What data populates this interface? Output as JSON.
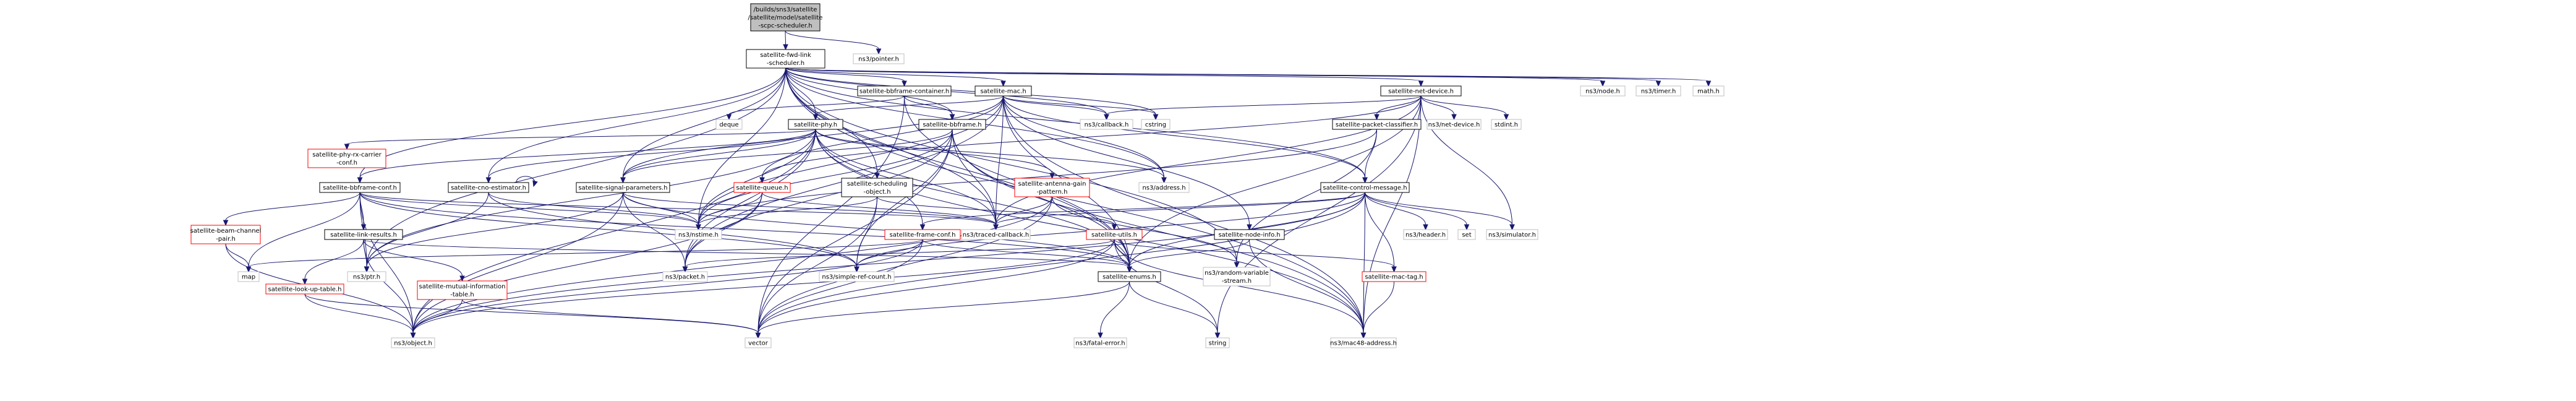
{
  "graph": {
    "nodes": [
      {
        "id": "root",
        "lines": [
          "/builds/sns3/satellite",
          "/satellite/model/satellite",
          "-scpc-scheduler.h"
        ],
        "kind": "root"
      },
      {
        "id": "fwd",
        "lines": [
          "satellite-fwd-link",
          "-scheduler.h"
        ],
        "kind": "normal"
      },
      {
        "id": "pointer",
        "lines": [
          "ns3/pointer.h"
        ],
        "kind": "external"
      },
      {
        "id": "bbcont",
        "lines": [
          "satellite-bbframe-container.h"
        ],
        "kind": "normal"
      },
      {
        "id": "mac",
        "lines": [
          "satellite-mac.h"
        ],
        "kind": "normal"
      },
      {
        "id": "netdev",
        "lines": [
          "satellite-net-device.h"
        ],
        "kind": "normal"
      },
      {
        "id": "node",
        "lines": [
          "ns3/node.h"
        ],
        "kind": "external"
      },
      {
        "id": "timer",
        "lines": [
          "ns3/timer.h"
        ],
        "kind": "external"
      },
      {
        "id": "math",
        "lines": [
          "math.h"
        ],
        "kind": "external"
      },
      {
        "id": "deque",
        "lines": [
          "deque"
        ],
        "kind": "external"
      },
      {
        "id": "phy",
        "lines": [
          "satellite-phy.h"
        ],
        "kind": "normal"
      },
      {
        "id": "bbframe",
        "lines": [
          "satellite-bbframe.h"
        ],
        "kind": "normal"
      },
      {
        "id": "callback",
        "lines": [
          "ns3/callback.h"
        ],
        "kind": "external"
      },
      {
        "id": "cstring",
        "lines": [
          "cstring"
        ],
        "kind": "external"
      },
      {
        "id": "classifier",
        "lines": [
          "satellite-packet-classifier.h"
        ],
        "kind": "normal"
      },
      {
        "id": "netdevice",
        "lines": [
          "ns3/net-device.h"
        ],
        "kind": "external"
      },
      {
        "id": "stdint",
        "lines": [
          "stdint.h"
        ],
        "kind": "external"
      },
      {
        "id": "carrier",
        "lines": [
          "satellite-phy-rx-carrier",
          "-conf.h"
        ],
        "kind": "trunc"
      },
      {
        "id": "bbconf",
        "lines": [
          "satellite-bbframe-conf.h"
        ],
        "kind": "normal"
      },
      {
        "id": "cno",
        "lines": [
          "satellite-cno-estimator.h"
        ],
        "kind": "normal"
      },
      {
        "id": "sigparams",
        "lines": [
          "satellite-signal-parameters.h"
        ],
        "kind": "normal"
      },
      {
        "id": "queue",
        "lines": [
          "satellite-queue.h"
        ],
        "kind": "trunc"
      },
      {
        "id": "schedobj",
        "lines": [
          "satellite-scheduling",
          "-object.h"
        ],
        "kind": "normal"
      },
      {
        "id": "antenna",
        "lines": [
          "satellite-antenna-gain",
          "-pattern.h"
        ],
        "kind": "trunc"
      },
      {
        "id": "ipaddr",
        "lines": [
          "ns3/address.h"
        ],
        "kind": "external"
      },
      {
        "id": "ctrlmsg",
        "lines": [
          "satellite-control-message.h"
        ],
        "kind": "normal"
      },
      {
        "id": "beamchan",
        "lines": [
          "satellite-beam-channel",
          "-pair.h"
        ],
        "kind": "trunc"
      },
      {
        "id": "linkres",
        "lines": [
          "satellite-link-results.h"
        ],
        "kind": "normal"
      },
      {
        "id": "nstime",
        "lines": [
          "ns3/nstime.h"
        ],
        "kind": "external"
      },
      {
        "id": "traced",
        "lines": [
          "ns3/traced-callback.h"
        ],
        "kind": "external"
      },
      {
        "id": "frameconf",
        "lines": [
          "satellite-frame-conf.h"
        ],
        "kind": "trunc"
      },
      {
        "id": "utils",
        "lines": [
          "satellite-utils.h"
        ],
        "kind": "trunc"
      },
      {
        "id": "nodeinfo",
        "lines": [
          "satellite-node-info.h"
        ],
        "kind": "normal"
      },
      {
        "id": "header",
        "lines": [
          "ns3/header.h"
        ],
        "kind": "external"
      },
      {
        "id": "set",
        "lines": [
          "set"
        ],
        "kind": "external"
      },
      {
        "id": "simulator",
        "lines": [
          "ns3/simulator.h"
        ],
        "kind": "external"
      },
      {
        "id": "map",
        "lines": [
          "map"
        ],
        "kind": "external"
      },
      {
        "id": "ptr",
        "lines": [
          "ns3/ptr.h"
        ],
        "kind": "external"
      },
      {
        "id": "lookup",
        "lines": [
          "satellite-look-up-table.h"
        ],
        "kind": "trunc"
      },
      {
        "id": "mutual",
        "lines": [
          "satellite-mutual-information",
          "-table.h"
        ],
        "kind": "trunc"
      },
      {
        "id": "packet",
        "lines": [
          "ns3/packet.h"
        ],
        "kind": "external"
      },
      {
        "id": "simpleref",
        "lines": [
          "ns3/simple-ref-count.h"
        ],
        "kind": "external"
      },
      {
        "id": "enums",
        "lines": [
          "satellite-enums.h"
        ],
        "kind": "normal"
      },
      {
        "id": "randvar",
        "lines": [
          "ns3/random-variable",
          "-stream.h"
        ],
        "kind": "external"
      },
      {
        "id": "mactag",
        "lines": [
          "satellite-mac-tag.h"
        ],
        "kind": "trunc"
      },
      {
        "id": "object",
        "lines": [
          "ns3/object.h"
        ],
        "kind": "external"
      },
      {
        "id": "vector",
        "lines": [
          "vector"
        ],
        "kind": "external"
      },
      {
        "id": "fatal",
        "lines": [
          "ns3/fatal-error.h"
        ],
        "kind": "external"
      },
      {
        "id": "string",
        "lines": [
          "string"
        ],
        "kind": "external"
      },
      {
        "id": "mac48",
        "lines": [
          "ns3/mac48-address.h"
        ],
        "kind": "external"
      }
    ],
    "edges": [
      [
        "root",
        "fwd"
      ],
      [
        "root",
        "pointer"
      ],
      [
        "fwd",
        "bbcont"
      ],
      [
        "fwd",
        "mac"
      ],
      [
        "fwd",
        "netdev"
      ],
      [
        "fwd",
        "node"
      ],
      [
        "fwd",
        "timer"
      ],
      [
        "fwd",
        "math"
      ],
      [
        "fwd",
        "phy"
      ],
      [
        "fwd",
        "bbframe"
      ],
      [
        "fwd",
        "callback"
      ],
      [
        "fwd",
        "cstring"
      ],
      [
        "fwd",
        "bbconf"
      ],
      [
        "fwd",
        "cno"
      ],
      [
        "fwd",
        "sigparams"
      ],
      [
        "fwd",
        "schedobj"
      ],
      [
        "fwd",
        "ipaddr"
      ],
      [
        "fwd",
        "nstime"
      ],
      [
        "fwd",
        "traced"
      ],
      [
        "fwd",
        "ptr"
      ],
      [
        "fwd",
        "enums"
      ],
      [
        "fwd",
        "mac48"
      ],
      [
        "fwd",
        "ctrlmsg"
      ],
      [
        "fwd",
        "randvar"
      ],
      [
        "bbcont",
        "bbframe"
      ],
      [
        "bbcont",
        "deque"
      ],
      [
        "bbcont",
        "vector"
      ],
      [
        "bbcont",
        "enums"
      ],
      [
        "mac",
        "phy"
      ],
      [
        "mac",
        "callback"
      ],
      [
        "mac",
        "cstring"
      ],
      [
        "mac",
        "ipaddr"
      ],
      [
        "mac",
        "queue"
      ],
      [
        "mac",
        "nodeinfo"
      ],
      [
        "mac",
        "ctrlmsg"
      ],
      [
        "mac",
        "traced"
      ],
      [
        "mac",
        "nstime"
      ],
      [
        "mac",
        "enums"
      ],
      [
        "mac",
        "mac48"
      ],
      [
        "mac",
        "sigparams"
      ],
      [
        "mac",
        "packet"
      ],
      [
        "netdev",
        "classifier"
      ],
      [
        "netdev",
        "netdevice"
      ],
      [
        "netdev",
        "stdint"
      ],
      [
        "netdev",
        "callback"
      ],
      [
        "netdev",
        "traced"
      ],
      [
        "netdev",
        "mac48"
      ],
      [
        "netdev",
        "simulator"
      ],
      [
        "netdev",
        "string"
      ],
      [
        "netdev",
        "queue"
      ],
      [
        "netdev",
        "enums"
      ],
      [
        "phy",
        "carrier"
      ],
      [
        "phy",
        "bbconf"
      ],
      [
        "phy",
        "cno"
      ],
      [
        "phy",
        "sigparams"
      ],
      [
        "phy",
        "antenna"
      ],
      [
        "phy",
        "ipaddr"
      ],
      [
        "phy",
        "nstime"
      ],
      [
        "phy",
        "ptr"
      ],
      [
        "phy",
        "object"
      ],
      [
        "phy",
        "frameconf"
      ],
      [
        "phy",
        "enums"
      ],
      [
        "phy",
        "traced"
      ],
      [
        "phy",
        "mac48"
      ],
      [
        "phy",
        "packet"
      ],
      [
        "bbframe",
        "sigparams"
      ],
      [
        "bbframe",
        "nstime"
      ],
      [
        "bbframe",
        "packet"
      ],
      [
        "bbframe",
        "vector"
      ],
      [
        "bbframe",
        "simpleref"
      ],
      [
        "bbframe",
        "enums"
      ],
      [
        "bbframe",
        "traced"
      ],
      [
        "bbframe",
        "mac48"
      ],
      [
        "classifier",
        "ctrlmsg"
      ],
      [
        "classifier",
        "nstime"
      ],
      [
        "classifier",
        "randvar"
      ],
      [
        "bbconf",
        "beamchan"
      ],
      [
        "bbconf",
        "linkres"
      ],
      [
        "bbconf",
        "ptr"
      ],
      [
        "bbconf",
        "map"
      ],
      [
        "bbconf",
        "nstime"
      ],
      [
        "bbconf",
        "enums"
      ],
      [
        "bbconf",
        "simpleref"
      ],
      [
        "bbconf",
        "object"
      ],
      [
        "bbconf",
        "traced"
      ],
      [
        "cno",
        "cno"
      ],
      [
        "cno",
        "nstime"
      ],
      [
        "cno",
        "ptr"
      ],
      [
        "cno",
        "simpleref"
      ],
      [
        "sigparams",
        "nstime"
      ],
      [
        "sigparams",
        "packet"
      ],
      [
        "sigparams",
        "ptr"
      ],
      [
        "sigparams",
        "object"
      ],
      [
        "sigparams",
        "enums"
      ],
      [
        "sigparams",
        "traced"
      ],
      [
        "queue",
        "nstime"
      ],
      [
        "queue",
        "packet"
      ],
      [
        "queue",
        "object"
      ],
      [
        "queue",
        "traced"
      ],
      [
        "schedobj",
        "simpleref"
      ],
      [
        "schedobj",
        "nstime"
      ],
      [
        "schedobj",
        "vector"
      ],
      [
        "schedobj",
        "utils"
      ],
      [
        "antenna",
        "traced"
      ],
      [
        "antenna",
        "object"
      ],
      [
        "antenna",
        "randvar"
      ],
      [
        "antenna",
        "vector"
      ],
      [
        "ctrlmsg",
        "traced"
      ],
      [
        "ctrlmsg",
        "header"
      ],
      [
        "ctrlmsg",
        "set"
      ],
      [
        "ctrlmsg",
        "simulator"
      ],
      [
        "ctrlmsg",
        "enums"
      ],
      [
        "ctrlmsg",
        "mactag"
      ],
      [
        "ctrlmsg",
        "mac48"
      ],
      [
        "ctrlmsg",
        "vector"
      ],
      [
        "ctrlmsg",
        "frameconf"
      ],
      [
        "ctrlmsg",
        "simpleref"
      ],
      [
        "ctrlmsg",
        "object"
      ],
      [
        "beamchan",
        "map"
      ],
      [
        "beamchan",
        "object"
      ],
      [
        "linkres",
        "lookup"
      ],
      [
        "linkres",
        "mutual"
      ],
      [
        "linkres",
        "object"
      ],
      [
        "linkres",
        "enums"
      ],
      [
        "linkres",
        "ptr"
      ],
      [
        "frameconf",
        "simpleref"
      ],
      [
        "frameconf",
        "enums"
      ],
      [
        "frameconf",
        "vector"
      ],
      [
        "frameconf",
        "map"
      ],
      [
        "frameconf",
        "object"
      ],
      [
        "utils",
        "enums"
      ],
      [
        "utils",
        "string"
      ],
      [
        "utils",
        "vector"
      ],
      [
        "utils",
        "mac48"
      ],
      [
        "utils",
        "packet"
      ],
      [
        "utils",
        "mactag"
      ],
      [
        "utils",
        "object"
      ],
      [
        "nodeinfo",
        "enums"
      ],
      [
        "nodeinfo",
        "mac48"
      ],
      [
        "lookup",
        "object"
      ],
      [
        "lookup",
        "vector"
      ],
      [
        "mutual",
        "object"
      ],
      [
        "mutual",
        "vector"
      ],
      [
        "enums",
        "fatal"
      ],
      [
        "enums",
        "string"
      ],
      [
        "enums",
        "vector"
      ],
      [
        "mactag",
        "mac48"
      ]
    ]
  }
}
